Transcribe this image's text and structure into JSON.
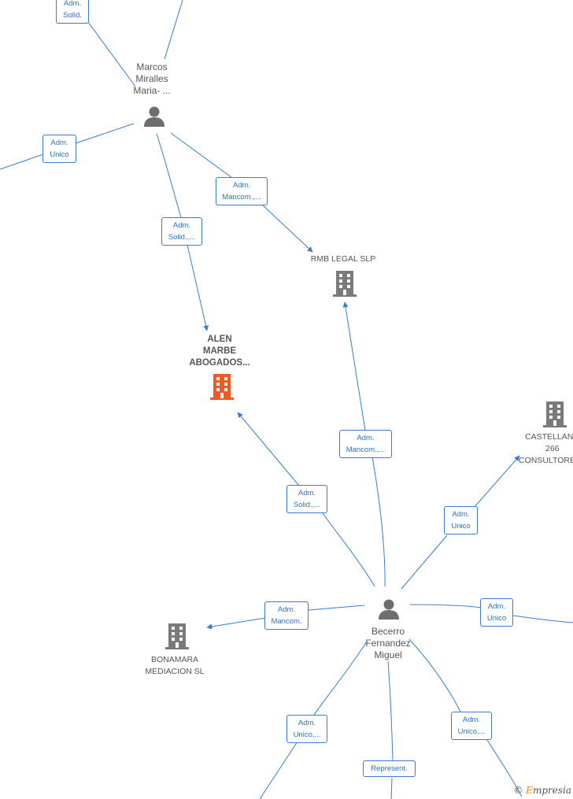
{
  "nodes": {
    "marcos": [
      "Marcos",
      "Miralles",
      "Maria- ..."
    ],
    "becerro": [
      "Becerro",
      "Fernandez",
      "Miguel"
    ],
    "alen": [
      "ALEN",
      "MARBE",
      "ABOGADOS..."
    ],
    "rmb": [
      "RMB LEGAL  SLP"
    ],
    "castellana": [
      "CASTELLANA",
      "266",
      "CONSULTORES"
    ],
    "bonamara": [
      "BONAMARA",
      "MEDIACION  SL"
    ]
  },
  "relations": {
    "r_top_solid": [
      "Adm.",
      "Solid."
    ],
    "r_left_unico": [
      "Adm.",
      "Unico"
    ],
    "r_marcos_rmb": [
      "Adm.",
      "Mancom.,..."
    ],
    "r_marcos_alen": [
      "Adm.",
      "Solid.,..."
    ],
    "r_becerro_rmb": [
      "Adm.",
      "Mancom.,..."
    ],
    "r_becerro_alen": [
      "Adm.",
      "Solid.,..."
    ],
    "r_becerro_cast": [
      "Adm.",
      "Unico"
    ],
    "r_becerro_bona": [
      "Adm.",
      "Mancom."
    ],
    "r_becerro_right": [
      "Adm.",
      "Unico"
    ],
    "r_becerro_bl": [
      "Adm.",
      "Unico,..."
    ],
    "r_becerro_br": [
      "Adm.",
      "Unico,..."
    ],
    "r_becerro_rep": [
      "Represent."
    ]
  },
  "colors": {
    "edge": "#3a7bd5",
    "person": "#6e6e6e",
    "company": "#7a7a7a",
    "focus_company": "#f15a24"
  },
  "icons": {
    "person": "person-icon",
    "company": "building-icon"
  },
  "brand": {
    "copyright": "©",
    "initial": "E",
    "rest": "mpresia"
  }
}
